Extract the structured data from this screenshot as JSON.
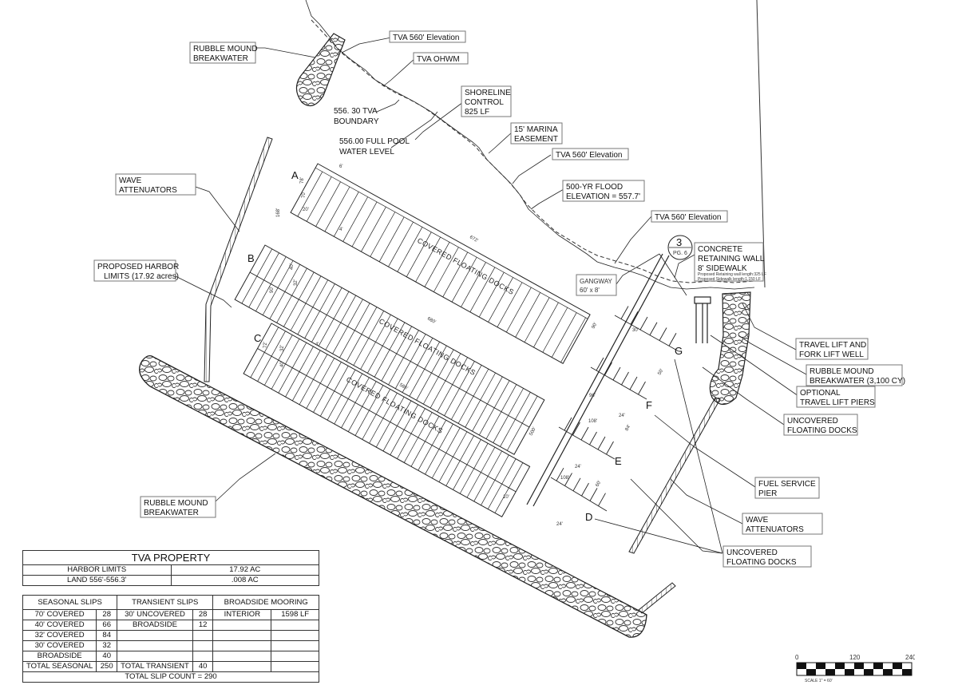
{
  "labels": {
    "rubble_top": [
      "RUBBLE MOUND",
      "BREAKWATER"
    ],
    "tva560_a": "TVA 560' Elevation",
    "tva_ohwm": "TVA OHWM",
    "tva_boundary": [
      "556. 30 TVA",
      "BOUNDARY"
    ],
    "shoreline": [
      "SHORELINE",
      "CONTROL",
      "825 LF"
    ],
    "full_pool": [
      "556.00 FULL POOL",
      "WATER LEVEL"
    ],
    "easement": [
      "15' MARINA",
      "EASEMENT"
    ],
    "tva560_b": "TVA 560' Elevation",
    "flood": [
      "500-YR FLOOD",
      "ELEVATION = 557.7'"
    ],
    "tva560_c": "TVA 560' Elevation",
    "wave_left": [
      "WAVE",
      "ATTENUATORS"
    ],
    "harbor": [
      "PROPOSED HARBOR",
      "LIMITS (17.92 acres)"
    ],
    "retaining": [
      "CONCRETE",
      "RETAINING WALL",
      "8' SIDEWALK"
    ],
    "retaining_small": [
      "Proposed Retaining wall length:325 LF",
      "Proposed Sidewalk length:1,150 LF"
    ],
    "callout_num": "3",
    "callout_pg": "PG. 6",
    "gangway": [
      "GANGWAY",
      "60' x 8'"
    ],
    "travel_lift": [
      "TRAVEL LIFT AND",
      "FORK LIFT WELL"
    ],
    "rubble_right": [
      "RUBBLE MOUND",
      "BREAKWATER (3,100 CY)"
    ],
    "optional_piers": [
      "OPTIONAL",
      "TRAVEL LIFT PIERS"
    ],
    "uncovered_right": [
      "UNCOVERED",
      "FLOATING DOCKS"
    ],
    "fuel": [
      "FUEL SERVICE",
      "PIER"
    ],
    "wave_right": [
      "WAVE",
      "ATTENUATORS"
    ],
    "uncovered_bottom": [
      "UNCOVERED",
      "FLOATING DOCKS"
    ],
    "rubble_bottom": [
      "RUBBLE MOUND",
      "BREAKWATER"
    ],
    "covered_docks": "COVERED FLOATING DOCKS",
    "dock_letters": [
      "A",
      "B",
      "C",
      "D",
      "E",
      "F",
      "G"
    ],
    "dim_a": [
      "672'",
      "168'",
      "78'",
      "70'",
      "20'",
      "4'",
      "6'"
    ],
    "dim_b": [
      "680'",
      "90'",
      "40'",
      "32'"
    ],
    "dim_c": [
      "586'",
      "72'",
      "4'",
      "32'",
      "40'"
    ],
    "dim_misc": [
      "10'",
      "500'",
      "90'",
      "108'",
      "60'",
      "24'",
      "30'",
      "96'",
      "84'",
      "50'"
    ]
  },
  "property_table": {
    "title": "TVA PROPERTY",
    "rows": [
      [
        "HARBOR LIMITS",
        "17.92 AC"
      ],
      [
        "LAND 556'-556.3'",
        ".008 AC"
      ]
    ]
  },
  "slip_table": {
    "headers": [
      "SEASONAL SLIPS",
      "TRANSIENT SLIPS",
      "BROADSIDE MOORING"
    ],
    "rows": [
      [
        "70' COVERED",
        "28",
        "30' UNCOVERED",
        "28",
        "INTERIOR",
        "1598 LF"
      ],
      [
        "40' COVERED",
        "66",
        "BROADSIDE",
        "12",
        "",
        ""
      ],
      [
        "32' COVERED",
        "84",
        "",
        "",
        "",
        ""
      ],
      [
        "30' COVERED",
        "32",
        "",
        "",
        "",
        ""
      ],
      [
        "BROADSIDE",
        "40",
        "",
        "",
        "",
        ""
      ],
      [
        "TOTAL SEASONAL",
        "250",
        "TOTAL TRANSIENT",
        "40",
        "",
        ""
      ]
    ],
    "total": "TOTAL SLIP COUNT = 290"
  },
  "scale": {
    "ticks": [
      "0",
      "120",
      "240"
    ],
    "note": "SCALE 1\" = 60'"
  }
}
